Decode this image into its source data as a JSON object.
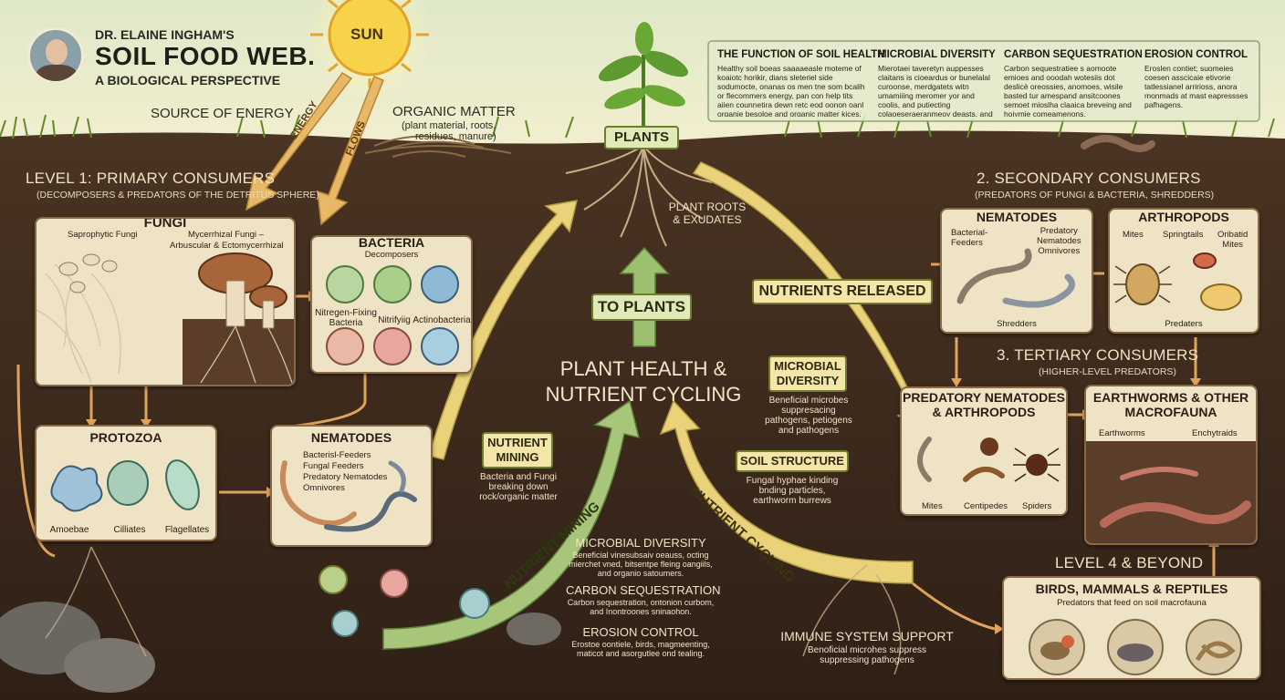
{
  "header": {
    "author": "DR. ELAINE INGHAM'S",
    "title": "SOIL FOOD WEB.",
    "subtitle": "A BIOLOGICAL PERSPECTIVE"
  },
  "sun": {
    "label": "SUN"
  },
  "energy": {
    "source": "SOURCE OF ENERGY",
    "arrow1": "ENERGY",
    "arrow2": "FLOWS"
  },
  "organic_matter": {
    "title": "ORGANIC MATTER",
    "desc1": "(plant material, roots,",
    "desc2": "residues, manure)"
  },
  "plants": {
    "label": "PLANTS",
    "roots": "PLANT ROOTS\n& EXUDATES"
  },
  "top_panel": {
    "columns": [
      {
        "title": "THE FUNCTION OF SOIL HEALTH",
        "text": "Healthy soil boeas saaaaeasle moteme of koaiotc horikir, dians sleteriel side sodumocte, onanas os men tne som bcalih or flecommers energy, pan con help tits aiien counnetira dewn retc eod oonon oanl organie besoloe and organic matter kices."
      },
      {
        "title": "MICROBIAL DIVERSITY",
        "text": "Mierotaei taveretyn auppesses claitans is cioeardus or bunelalal curoonse, merdgatets witn umamiiing meromer yor and coolis, and putiecting colaoeseraeranmeoy deasts, and planl acool roctes."
      },
      {
        "title": "CARBON SEQUESTRATION",
        "text": "Carbon sequestratiee s aomoote emioes and ooodah wotesiis dot deslicè oreossies, anomoes, wisile basted tur amespand ansitcoones semoet mioslha claaica breveing and hoiymie comeamenons,"
      },
      {
        "title": "EROSION CONTROL",
        "text": "Eroslen contiet; suomeies coesen asscicaie etivorie tatlessianel arririoss, anora monmads at mast eapressses pafhagens."
      }
    ]
  },
  "level1": {
    "title": "LEVEL 1: PRIMARY CONSUMERS",
    "subtitle": "(DECOMPOSERS & PREDATORS OF THE DETRITUS SPHERE)"
  },
  "fungi": {
    "title": "FUNGI",
    "left": "Saprophytic Fungi",
    "right1": "Mycerrhizal Fungi –",
    "right2": "Arbuscular & Ectomycerrhizal"
  },
  "bacteria": {
    "title": "BACTERIA",
    "sub": "Decomposers",
    "c1": "Nitregen-Fixing\nBacteria",
    "c2": "Nitrifyiig",
    "c3": "Actinobacteria"
  },
  "protozoa": {
    "title": "PROTOZOA",
    "c1": "Amoebae",
    "c2": "Cilliates",
    "c3": "Flagellates"
  },
  "nematodes1": {
    "title": "NEMATODES",
    "line1": "Bacterisl-Feeders",
    "line2": "Fungal Feeders",
    "line3": "Predatory Nematodes",
    "line4": "Omnivores"
  },
  "center": {
    "to_plants": "TO PLANTS",
    "main1": "PLANT HEALTH &",
    "main2": "NUTRIENT CYCLING",
    "nutrients_released": "NUTRIENTS RELEASED",
    "nutrient_mining_arrow": "NUTRIENT MINING",
    "nutrient_cycling_arrow": "NUTRIENT CYCLING"
  },
  "nutrient_mining": {
    "title1": "NUTRIENT",
    "title2": "MINING",
    "desc": "Bacteria and Fungi\nbreaking down\nrock/organic matter"
  },
  "microbial_diversity": {
    "title1": "MICROBIAL",
    "title2": "DIVERSITY",
    "desc": "Beneficial microbes\nsuppresacing\npathogens, petiogens\nand pathogens"
  },
  "soil_structure": {
    "title": "SOIL STRUCTURE",
    "desc": "Fungal hyphae kinding\nbnding particles,\nearthworm burrews"
  },
  "bottom_center": {
    "md_title": "MICROBIAL DIVERSITY",
    "md_text": "Beneficial vinesubsaiv oeauss, octing\nmierchet vned, bitsentpe fleing oangiils,\nand organio satoumers.",
    "cs_title": "CARBON SEQUESTRATION",
    "cs_text": "Carbon sequestration, ontonion curbom,\nand Inontroones sninaohon.",
    "ec_title": "EROSION CONTROL",
    "ec_text": "Erostoe oontiele, birds, magmeenting,\nmaticot and asorgutlee ond tealing."
  },
  "immune": {
    "title": "IMMUNE SYSTEM SUPPORT",
    "desc": "Benoficial microhes suppress\nsuppressing pathogens"
  },
  "level2": {
    "title": "2. SECONDARY CONSUMERS",
    "subtitle": "(PREDATORS OF PUNGI & BACTERIA, SHREDDERS)"
  },
  "nematodes2": {
    "title": "NEMATODES",
    "left": "Bacterial-\nFeeders",
    "right": "Predatory\nNematodes\nOmnivores",
    "bottom": "Shredders"
  },
  "arthropods": {
    "title": "ARTHROPODS",
    "c1": "Mites",
    "c2": "Springtails",
    "c3": "Oribatid\nMites",
    "bottom": "Predaters"
  },
  "level3": {
    "title": "3. TERTIARY CONSUMERS",
    "subtitle": "(HIGHER-LEVEL PREDATORS)"
  },
  "pred_nem": {
    "title1": "PREDATORY NEMATODES",
    "title2": "& ARTHROPODS",
    "c1": "Mites",
    "c2": "Centipedes",
    "c3": "Spiders"
  },
  "earthworms": {
    "title1": "EARTHWORMS & OTHER",
    "title2": "MACROFAUNA",
    "c1": "Earthworms",
    "c2": "Enchytraids"
  },
  "level4": {
    "title": "LEVEL 4 & BEYOND"
  },
  "birds": {
    "title": "BIRDS, MAMMALS & REPTILES",
    "sub": "Predators that feed on soil macrofauna"
  },
  "colors": {
    "soil": "#3d2a1c",
    "panel": "#efe3c6",
    "tag": "#f4e6a8",
    "arrow_yellow": "#e9d27a",
    "arrow_green": "#9cc070",
    "arrow_orange": "#e0a35c"
  }
}
